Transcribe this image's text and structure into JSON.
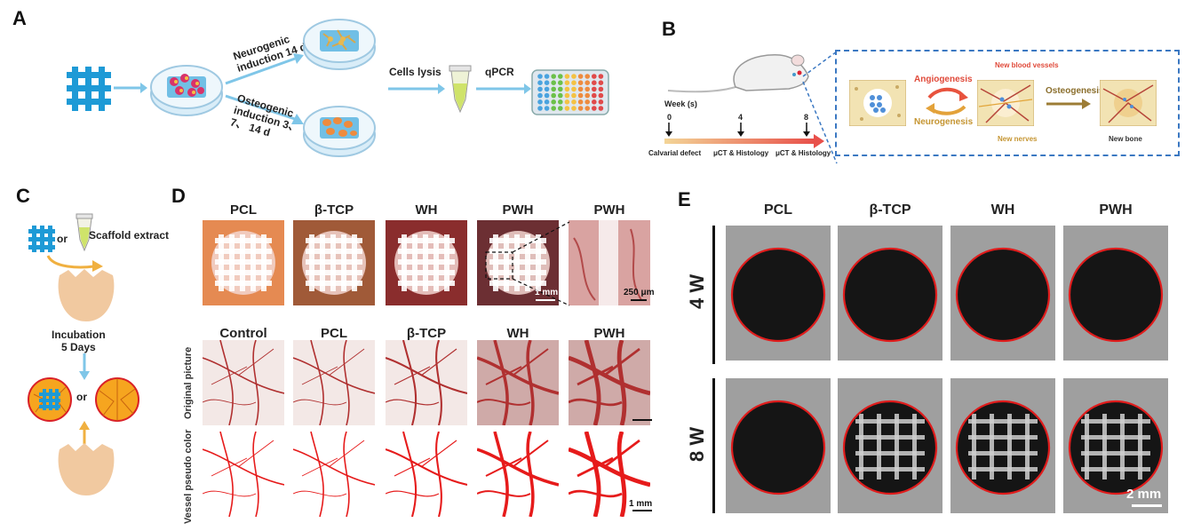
{
  "panels": {
    "A": "A",
    "B": "B",
    "C": "C",
    "D": "D",
    "E": "E"
  },
  "panel_a": {
    "neurogenic": "Neurogenic\ninduction 14 d",
    "osteogenic": "Osteogenic\ninduction 3、\n7、 14 d",
    "cells_lysis": "Cells lysis",
    "qpcr": "qPCR"
  },
  "panel_b": {
    "week_label": "Week (s)",
    "ticks": [
      "0",
      "4",
      "8"
    ],
    "events": [
      "Calvarial defect",
      "μCT & Histology",
      "μCT & Histology"
    ],
    "angiogenesis": "Angiogenesis",
    "neurogenesis": "Neurogenesis",
    "osteogenesis": "Osteogenesis",
    "new_blood_vessels": "New blood vessels",
    "new_nerves": "New nerves",
    "new_bone": "New bone"
  },
  "panel_c": {
    "or1": "or",
    "scaffold_extract": "Scaffold extract",
    "incubation": "Incubation\n5 Days",
    "or2": "or"
  },
  "panel_d": {
    "top_headers": [
      "PCL",
      "β-TCP",
      "WH",
      "PWH",
      "PWH"
    ],
    "scale_1mm_top": "1 mm",
    "scale_250um": "250 μm",
    "bottom_headers": [
      "Control",
      "PCL",
      "β-TCP",
      "WH",
      "PWH"
    ],
    "row_original": "Original picture",
    "row_vessel": "Vessel pseudo color",
    "scale_1mm_bottom": "1 mm"
  },
  "panel_e": {
    "headers": [
      "PCL",
      "β-TCP",
      "WH",
      "PWH"
    ],
    "rows": [
      "4 W",
      "8 W"
    ],
    "scale": "2 mm"
  }
}
